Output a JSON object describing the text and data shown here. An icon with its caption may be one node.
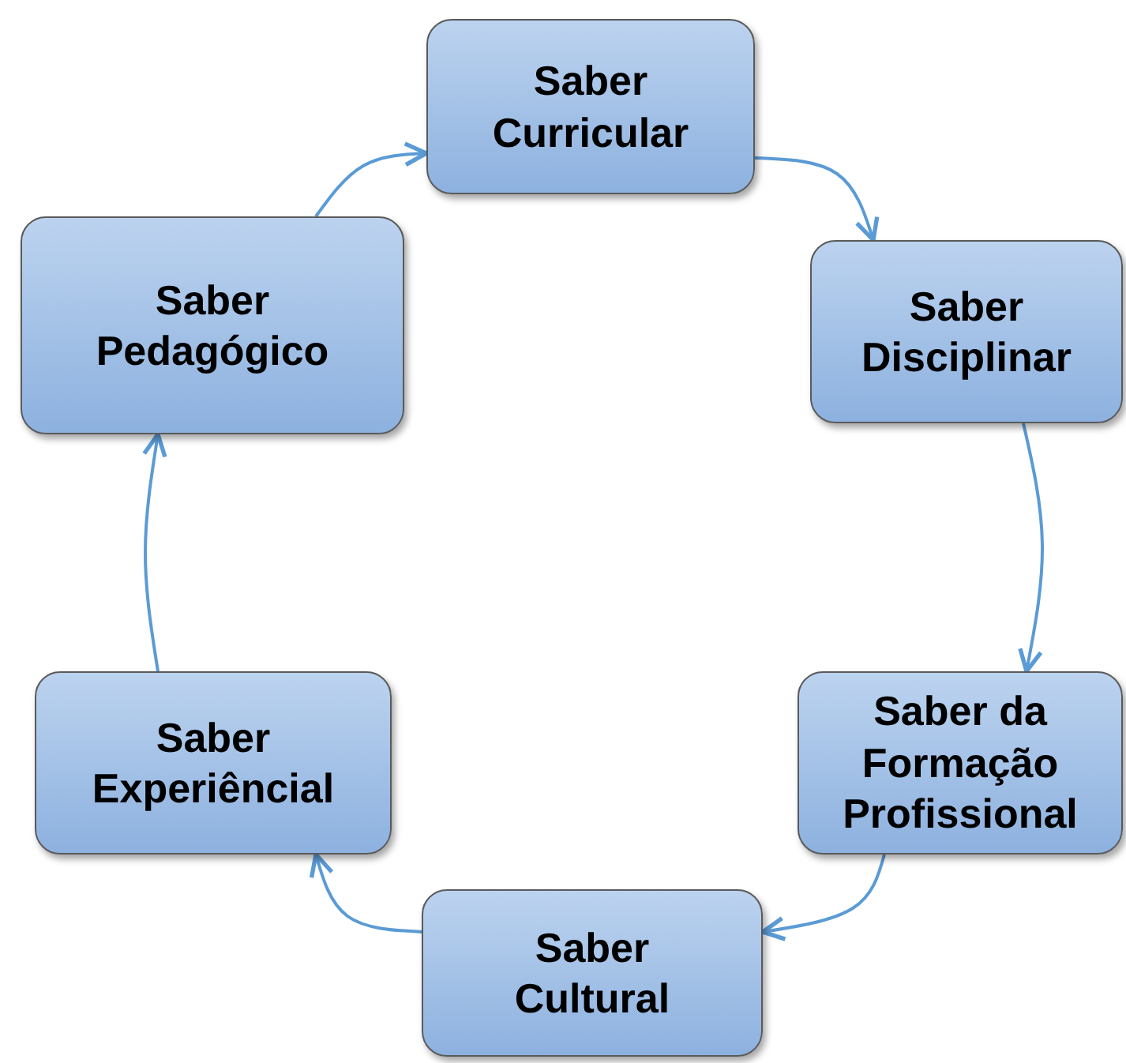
{
  "diagram": {
    "nodes": [
      {
        "text": [
          "Saber Curricular"
        ]
      },
      {
        "text": [
          "Saber Disciplinar"
        ]
      },
      {
        "text": [
          "Saber da Formação Profissional"
        ]
      },
      {
        "text": [
          "Saber Cultural"
        ]
      },
      {
        "text": [
          "Saber Experiêncial"
        ]
      },
      {
        "text": [
          "Saber Pedagógico"
        ]
      }
    ],
    "edges": [
      {
        "from": 0,
        "to": 1,
        "arrow": "to"
      },
      {
        "from": 1,
        "to": 2,
        "arrow": "to"
      },
      {
        "from": 2,
        "to": 3,
        "arrow": "to"
      },
      {
        "from": 3,
        "to": 4,
        "arrow": "to"
      },
      {
        "from": 4,
        "to": 5,
        "arrow": "to"
      },
      {
        "from": 5,
        "to": 0,
        "arrow": "to"
      }
    ]
  }
}
